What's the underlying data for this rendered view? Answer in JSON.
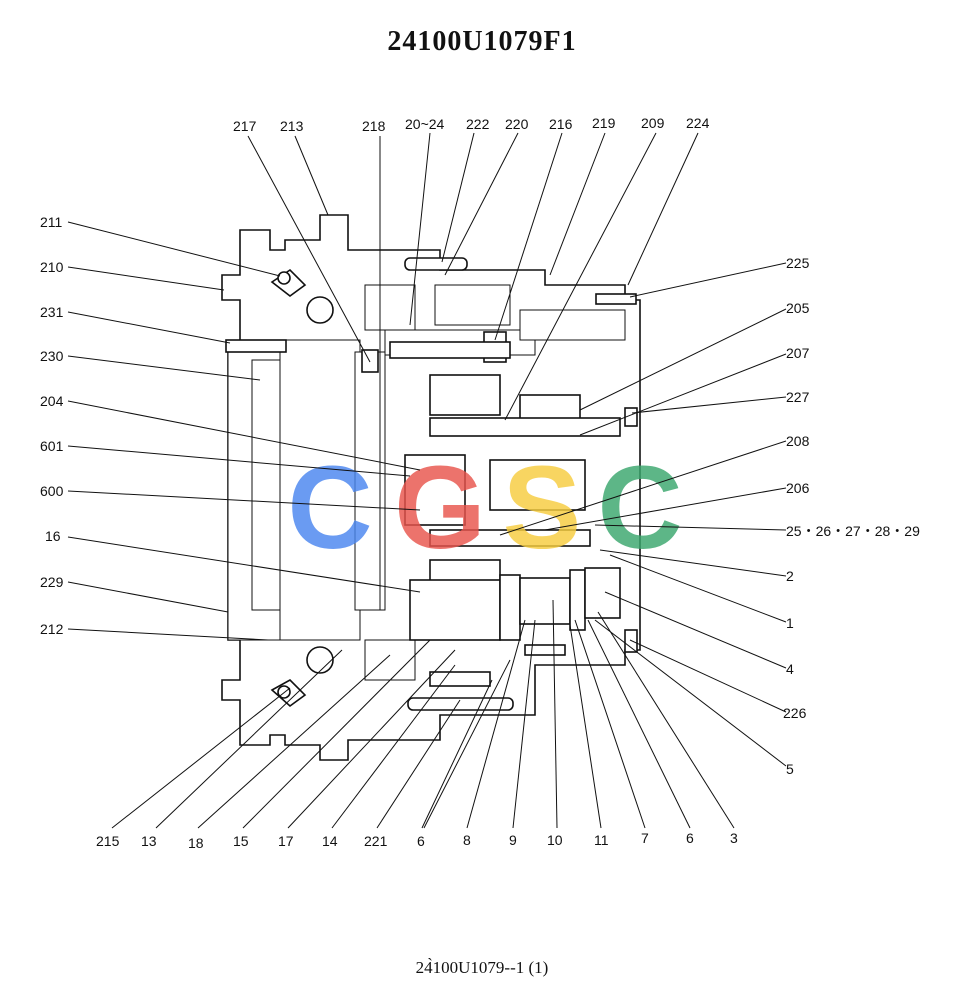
{
  "title": "24100U1079F1",
  "footer": "24̀100U1079--1 (1)",
  "watermark": {
    "letters": [
      "C",
      "G",
      "S",
      "C"
    ],
    "colors": [
      "#4a86f0",
      "#e8554c",
      "#f7cd3f",
      "#3aa76d"
    ]
  },
  "callouts": {
    "top": [
      "217",
      "213",
      "218",
      "20~24",
      "222",
      "220",
      "216",
      "219",
      "209",
      "224"
    ],
    "left": [
      "211",
      "210",
      "231",
      "230",
      "204",
      "601",
      "600",
      "16",
      "229",
      "212"
    ],
    "right": [
      "225",
      "205",
      "207",
      "227",
      "208",
      "206",
      "25・26・27・28・29",
      "2",
      "1",
      "4",
      "226",
      "5"
    ],
    "bottom": [
      "215",
      "13",
      "18",
      "15",
      "17",
      "14",
      "221",
      "6",
      "8",
      "9",
      "10",
      "11",
      "7",
      "6",
      "3"
    ]
  }
}
